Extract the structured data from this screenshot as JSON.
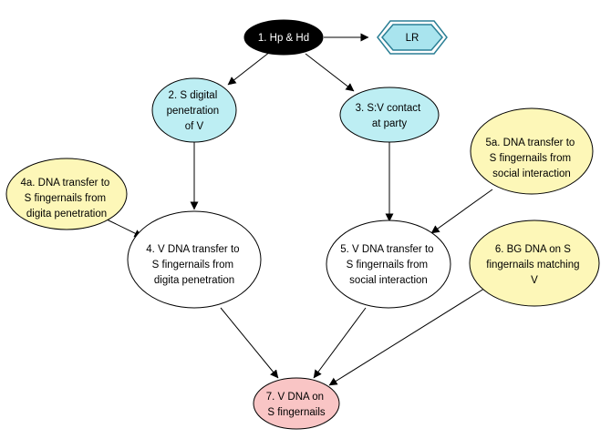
{
  "colors": {
    "root_fill": "#000000",
    "hypothesis_fill": "#bdeef3",
    "evidence_fill": "#ffffff",
    "activity_fill": "#fdf7b8",
    "target_fill": "#f9c5c5",
    "lr_fill": "#a9e4ee",
    "lr_stroke": "#2b7f95",
    "edge": "#000000"
  },
  "nodes": {
    "root": {
      "lines": [
        "1. Hp & Hd"
      ]
    },
    "lr": {
      "lines": [
        "LR"
      ]
    },
    "n2": {
      "lines": [
        "2. S digital",
        "penetration",
        "of V"
      ]
    },
    "n3": {
      "lines": [
        "3. S:V contact",
        "at party"
      ]
    },
    "n4a": {
      "lines": [
        "4a. DNA transfer to",
        "S fingernails from",
        "digita penetration"
      ]
    },
    "n5a": {
      "lines": [
        "5a. DNA transfer to",
        "S fingernails from",
        "social interaction"
      ]
    },
    "n4": {
      "lines": [
        "4. V DNA transfer to",
        "S fingernails from",
        "digita penetration"
      ]
    },
    "n5": {
      "lines": [
        "5. V DNA transfer to",
        "S fingernails from",
        "social interaction"
      ]
    },
    "n6": {
      "lines": [
        "6. BG DNA on S",
        "fingernails matching",
        "V"
      ]
    },
    "n7": {
      "lines": [
        "7. V DNA on",
        "S fingernails"
      ]
    }
  }
}
